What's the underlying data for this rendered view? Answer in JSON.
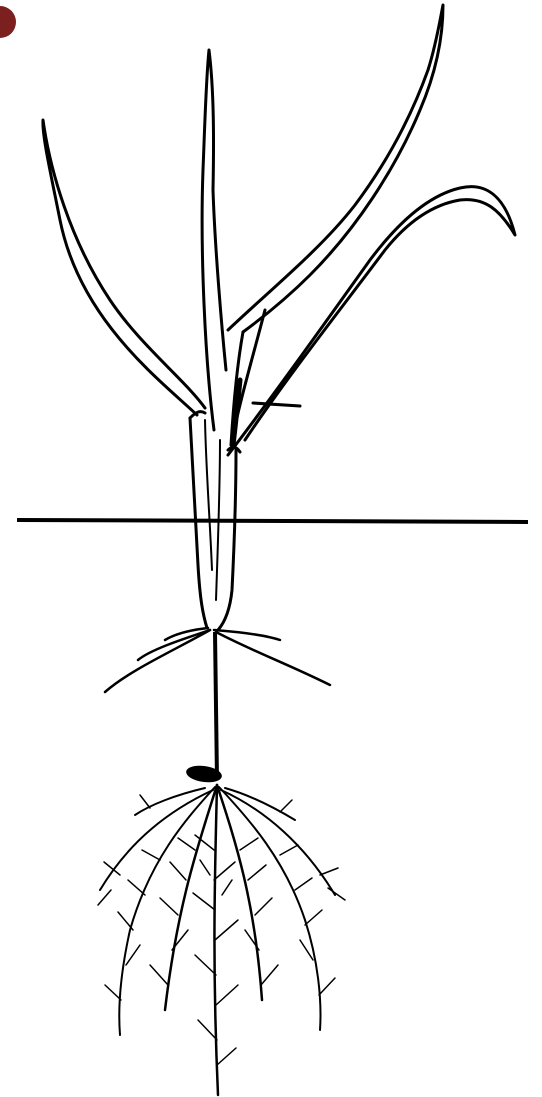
{
  "diagram": {
    "subject": "grass-seedling-with-roots",
    "colors": {
      "ink": "#000000",
      "background": "#ffffff",
      "corner_marker": "#7b1f1f"
    },
    "parts": [
      "leaf-blades",
      "shoot",
      "soil-line",
      "crown-roots",
      "subcrown-internode",
      "seed",
      "seminal-root-system"
    ],
    "label_count": 0
  }
}
